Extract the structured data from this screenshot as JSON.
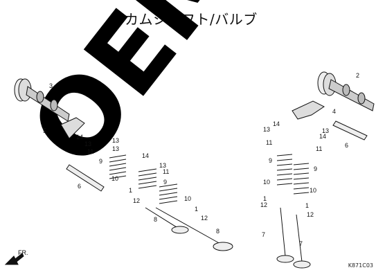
{
  "title": "カムシャフト/バルブ",
  "code": "K871C03",
  "watermark": "OEM",
  "fr": "FR.",
  "callouts": [
    "2",
    "3",
    "4",
    "5",
    "6",
    "6",
    "7",
    "7",
    "8",
    "8",
    "9",
    "9",
    "9",
    "9",
    "10",
    "10",
    "10",
    "10",
    "11",
    "11",
    "11",
    "11",
    "1",
    "1",
    "1",
    "1",
    "12",
    "12",
    "12",
    "12",
    "13",
    "13",
    "13",
    "13",
    "13",
    "13",
    "14",
    "14",
    "14",
    "14"
  ],
  "colors": {
    "line": "#111111",
    "watermark": "#000000"
  }
}
